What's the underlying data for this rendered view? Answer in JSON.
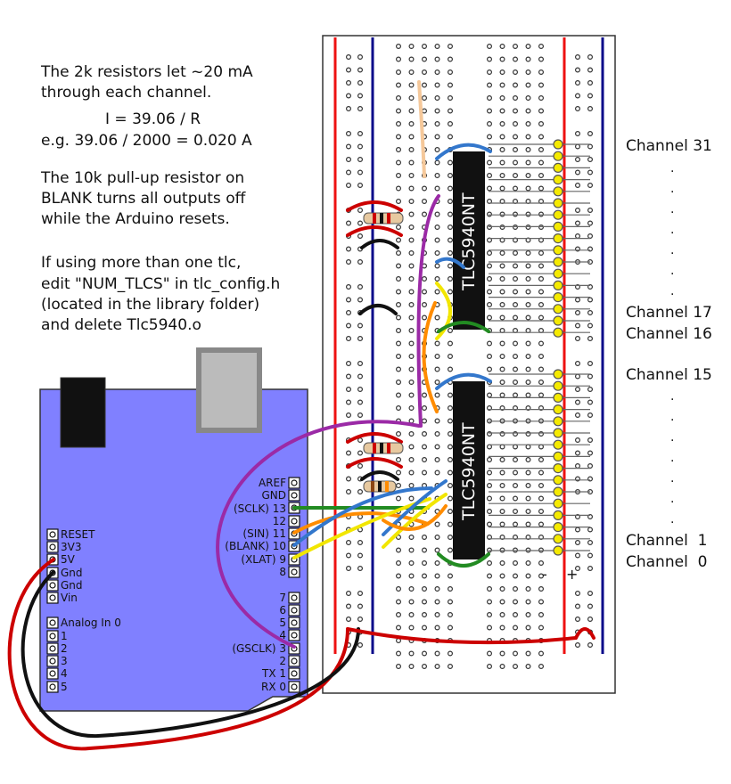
{
  "notes": {
    "p1_l1": "The 2k resistors let ~20 mA",
    "p1_l2": "through each channel.",
    "formula": "I = 39.06 / R",
    "example": "e.g. 39.06 / 2000 = 0.020 A",
    "p2_l1": "The 10k pull-up resistor on",
    "p2_l2": "BLANK turns all outputs off",
    "p2_l3": "while the Arduino resets.",
    "p3_l1": "If using more than one tlc,",
    "p3_l2": "edit \"NUM_TLCS\" in tlc_config.h",
    "p3_l3": "(located in the library folder)",
    "p3_l4": "and delete Tlc5940.o"
  },
  "channels": {
    "ch31": "Channel 31",
    "ch17": "Channel 17",
    "ch16": "Channel 16",
    "ch15": "Channel 15",
    "ch1": "Channel  1",
    "ch0": "Channel  0",
    "dot": "."
  },
  "chips": {
    "top": "TLC5940NT",
    "bottom": "TLC5940NT"
  },
  "arduino_pins": {
    "aref": "AREF",
    "gnd_r": "GND",
    "p13": "(SCLK) 13",
    "p12": "12",
    "p11": "(SIN) 11",
    "p10": "(BLANK) 10",
    "p9": "(XLAT)  9",
    "p8": "8",
    "p7": "7",
    "p6": "6",
    "p5": "5",
    "p4": "4",
    "p3": "(GSCLK)  3",
    "p2": "2",
    "p1": "TX 1",
    "p0": "RX 0",
    "reset": "RESET",
    "v33": "3V3",
    "v5": "5V",
    "gnd1": "Gnd",
    "gnd2": "Gnd",
    "vin": "Vin",
    "a0": "Analog In 0",
    "a1": "1",
    "a2": "2",
    "a3": "3",
    "a4": "4",
    "a5": "5"
  },
  "rail_signs": {
    "minus": "-",
    "plus": "+"
  },
  "colors": {
    "board": "#8080ff",
    "rail_red": "#ee1111",
    "rail_blue": "#0a0a8a",
    "wire_green": "#228b22",
    "wire_orange": "#ff8c00",
    "wire_blue": "#3377cc",
    "wire_yellow": "#f2e600",
    "wire_purple": "#9b2aa6",
    "wire_red": "#cc0000",
    "led_yellow": "#f5ea00",
    "chip": "#111111"
  }
}
